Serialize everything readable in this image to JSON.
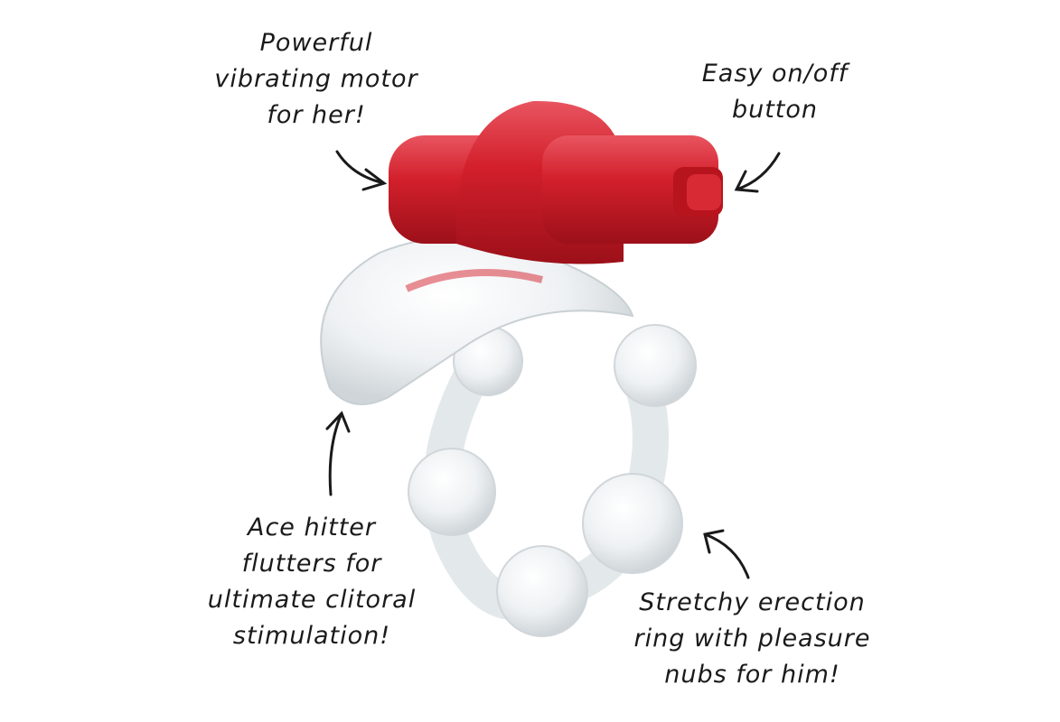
{
  "callouts": {
    "motor": {
      "lines": [
        "Powerful",
        "vibrating motor",
        "for her!"
      ]
    },
    "button": {
      "lines": [
        "Easy on/off",
        "button"
      ]
    },
    "hitter": {
      "lines": [
        "Ace hitter",
        "flutters for",
        "ultimate clitoral",
        "stimulation!"
      ]
    },
    "ring": {
      "lines": [
        "Stretchy erection",
        "ring with pleasure",
        "nubs for him!"
      ]
    }
  },
  "colors": {
    "product_red": "#d3202c",
    "clear_jelly": "#e8ecef",
    "text": "#1a1a1a"
  }
}
